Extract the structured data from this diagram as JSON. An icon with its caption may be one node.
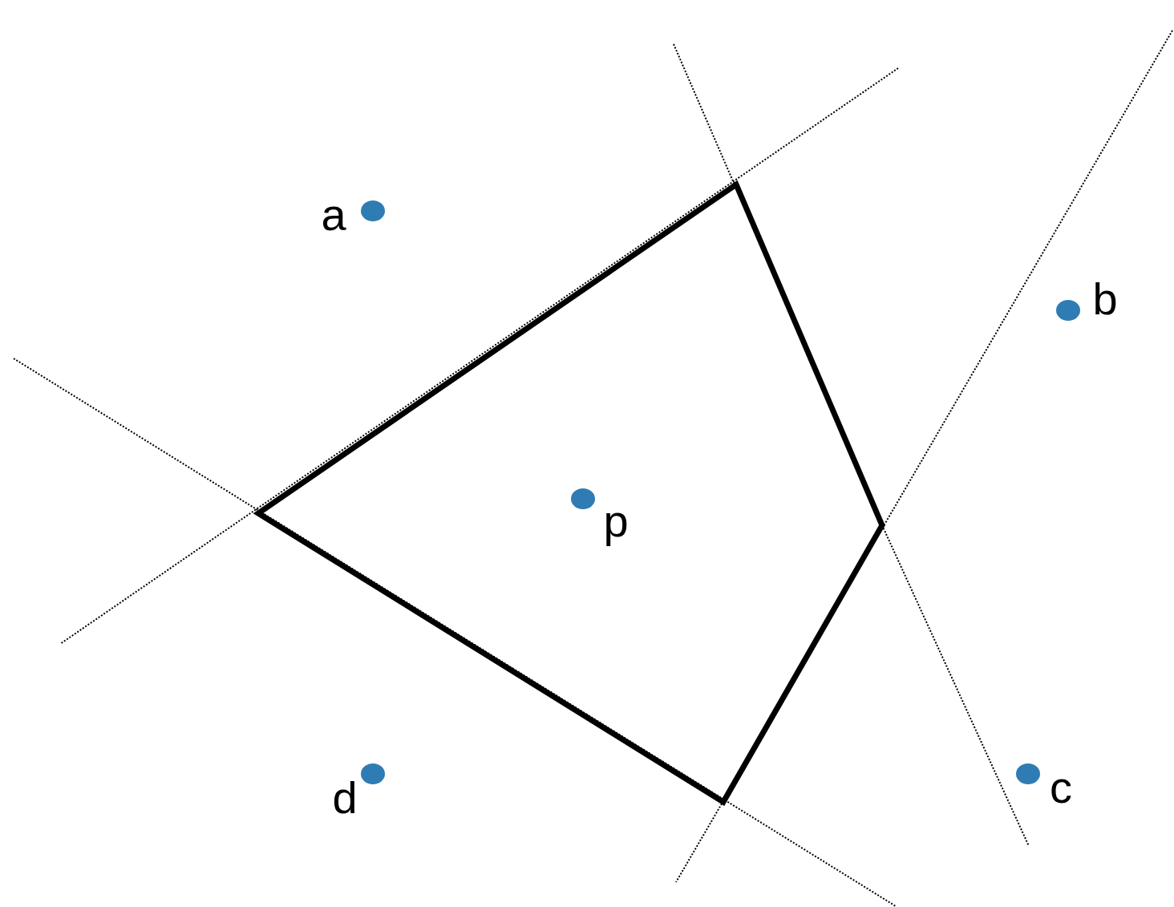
{
  "diagram": {
    "labels": [
      "a",
      "b",
      "p",
      "d",
      "c"
    ]
  }
}
